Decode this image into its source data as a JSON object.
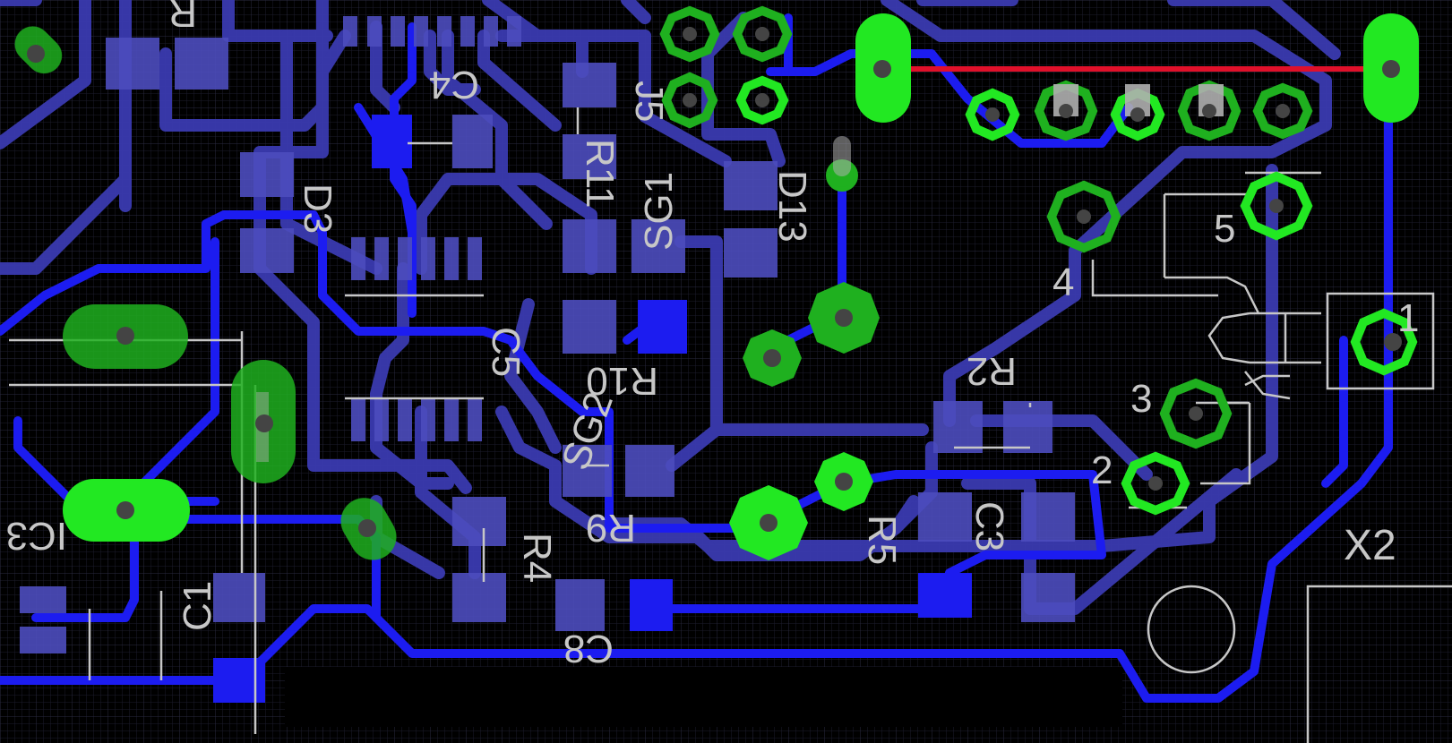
{
  "editor": {
    "name": "PCB board layout view",
    "colors": {
      "background": "#000000",
      "grid": "#23233a",
      "top_layer": "#1c1cf0",
      "bottom_layer": "#3a3ab0",
      "pads": "#4d4dbe",
      "vias": "#1fb01f",
      "vias_active": "#22e822",
      "silkscreen": "#c7c7c7",
      "airwire": "#e0102a"
    }
  },
  "labels": {
    "r_top": "R",
    "c4": "C4",
    "d3": "D3",
    "j5": "J5",
    "r11": "R11",
    "sg1": "SG1",
    "d13": "D13",
    "r10": "R10",
    "c5": "C5",
    "r2": "R2",
    "sg2": "SG2",
    "r9": "R9",
    "r4": "R4",
    "r5": "R5",
    "c3": "C3",
    "c8": "C8",
    "c1": "C1",
    "ic3": "IC3",
    "x2": "X2",
    "pin1": "1",
    "pin2": "2",
    "pin3": "3",
    "pin4": "4",
    "pin5": "5"
  }
}
